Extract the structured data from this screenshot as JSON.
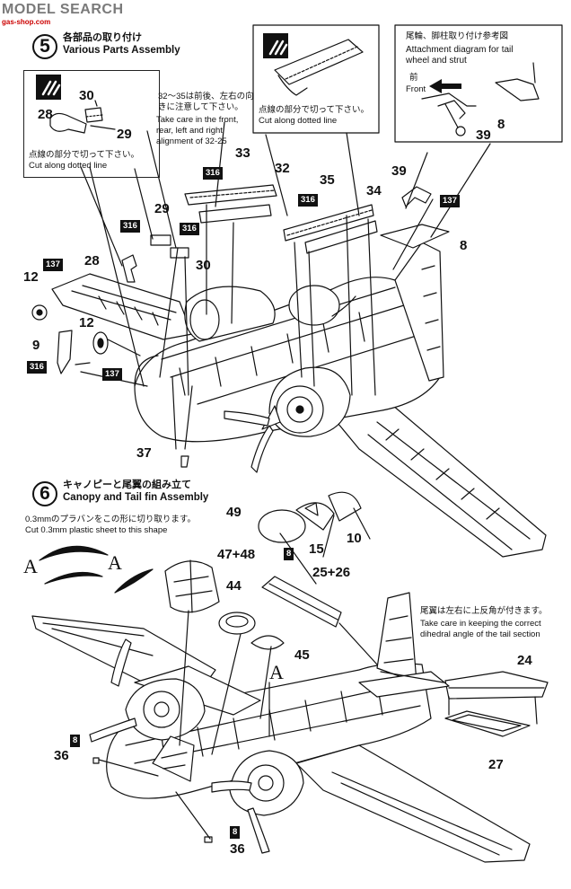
{
  "watermark": {
    "text": "MODEL SEARCH",
    "site": "gas-shop.com"
  },
  "step5": {
    "number": "5",
    "title_jp": "各部品の取り付け",
    "title_en": "Various Parts Assembly",
    "note_alignment_jp_1": "32～35は前後、左右の向",
    "note_alignment_jp_2": "きに注意して下さい。",
    "note_alignment_en_1": "Take care in the front,",
    "note_alignment_en_2": "rear, left and right",
    "note_alignment_en_3": "alignment of 32-25",
    "cut_dotted_jp": "点線の部分で切って下さい。",
    "cut_dotted_en": "Cut along dotted line",
    "inset_title_jp": "尾輪、脚柱取り付け参考図",
    "inset_title_en_1": "Attachment diagram for tail",
    "inset_title_en_2": "wheel and strut",
    "front_jp": "前",
    "front_en": "Front"
  },
  "step6": {
    "number": "6",
    "title_jp": "キャノピーと尾翼の組み立て",
    "title_en": "Canopy and Tail fin Assembly",
    "plastic_jp": "0.3mmのプラバンをこの形に切り取ります。",
    "plastic_en": "Cut 0.3mm plastic sheet to this shape",
    "dihedral_jp": "尾翼は左右に上反角が付きます。",
    "dihedral_en_1": "Take care in keeping the correct",
    "dihedral_en_2": "dihedral angle of the tail section"
  },
  "letter_a": "A",
  "parts": {
    "p28a": "28",
    "p29a": "29",
    "p30a": "30",
    "p33": "33",
    "p32": "32",
    "p35": "35",
    "p34": "34",
    "p29b": "29",
    "p30b": "30",
    "p28b": "28",
    "p12a": "12",
    "p12b": "12",
    "p9": "9",
    "p39a": "39",
    "p8a": "8",
    "p39b": "39",
    "p8b": "8",
    "p37": "37",
    "p49": "49",
    "p15": "15",
    "p10": "10",
    "p4748": "47+48",
    "p44": "44",
    "p45": "45",
    "p2526": "25+26",
    "p24": "24",
    "p27": "27",
    "p36a": "36",
    "p36b": "36"
  },
  "badges": {
    "b316": "316",
    "b137": "137",
    "b8": "8"
  },
  "colors": {
    "ink": "#111111",
    "paper": "#ffffff",
    "watermark": "#7a7a7a"
  }
}
